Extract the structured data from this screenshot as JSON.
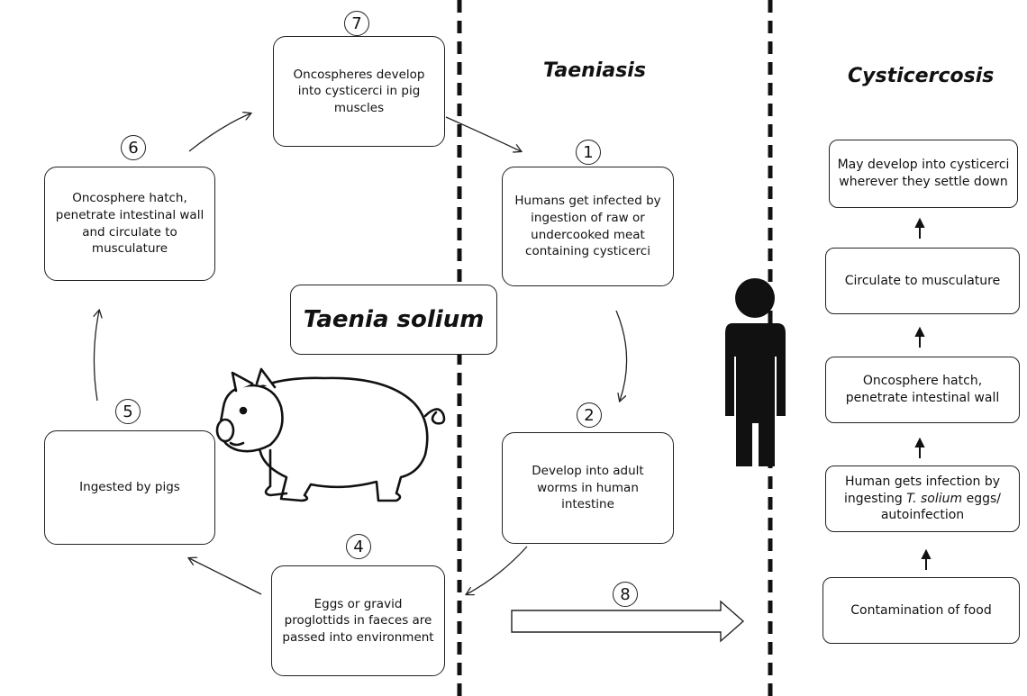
{
  "headings": {
    "taeniasis": "Taeniasis",
    "cysticercosis": "Cysticercosis"
  },
  "center_title": "Taenia solium",
  "steps": {
    "s1": {
      "number": "1",
      "text": "Humans get infected by ingestion of raw or undercooked meat containing cysticerci"
    },
    "s2": {
      "number": "2",
      "text": "Develop into adult worms in human intestine"
    },
    "s4": {
      "number": "4",
      "text": "Eggs or gravid proglottids in faeces are passed into environment"
    },
    "s5": {
      "number": "5",
      "text": "Ingested by pigs"
    },
    "s6": {
      "number": "6",
      "text": "Oncosphere hatch, penetrate intestinal wall and circulate to musculature"
    },
    "s7": {
      "number": "7",
      "text": "Oncospheres develop into cysticerci in pig muscles"
    },
    "s8": {
      "number": "8"
    }
  },
  "cysticercosis_chain": {
    "contamination": "Contamination of food",
    "infection_pre": "Human gets infection by ingesting ",
    "infection_italic": "T. solium",
    "infection_post": " eggs/ autoinfection",
    "hatch": "Oncosphere hatch, penetrate intestinal wall",
    "circulate": "Circulate to musculature",
    "develop": "May develop into cysticerci wherever they settle down"
  },
  "colors": {
    "line": "#222222",
    "figure": "#111111",
    "background": "#ffffff"
  },
  "icons": [
    "pig-illustration",
    "human-silhouette-icon"
  ]
}
